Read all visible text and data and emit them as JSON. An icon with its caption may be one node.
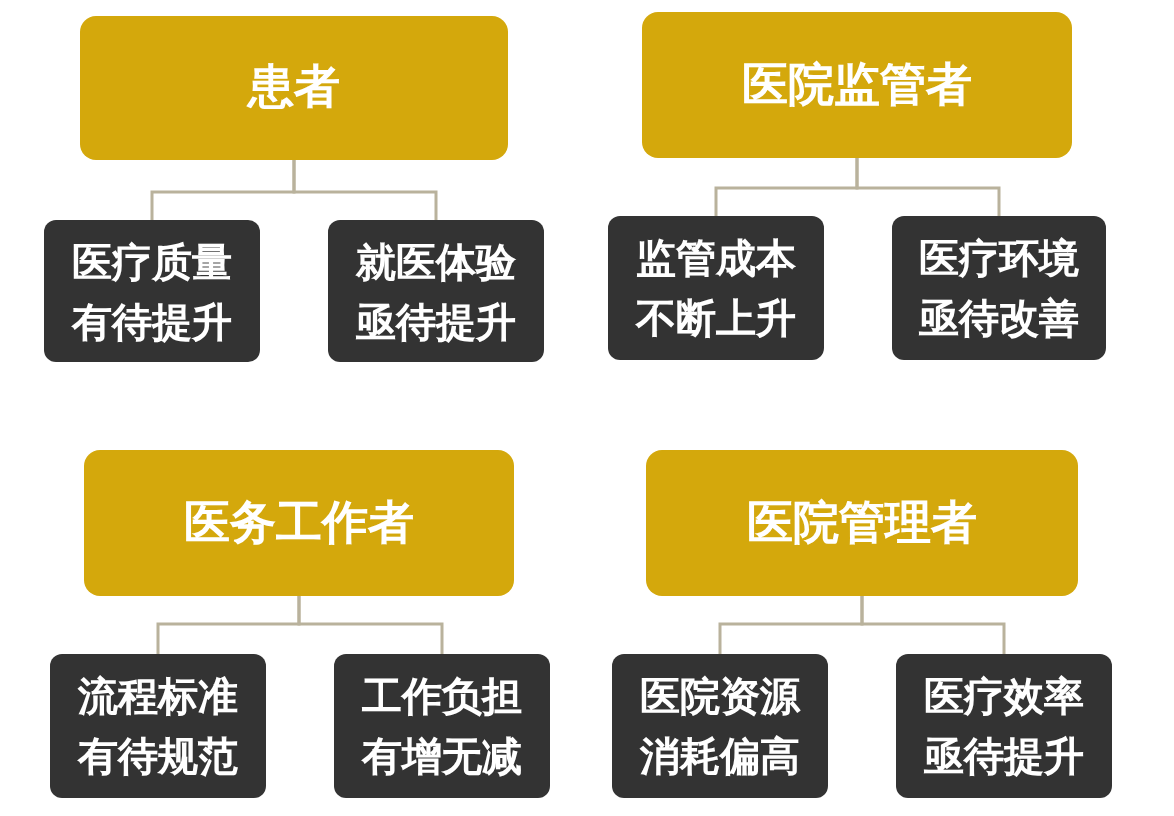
{
  "diagram": {
    "nodes": [
      {
        "text": [
          "患者"
        ]
      },
      {
        "text": [
          "医院监管者"
        ]
      },
      {
        "text": [
          "医疗质量有待提升"
        ]
      },
      {
        "text": [
          "就医体验亟待提升"
        ]
      },
      {
        "text": [
          "监管成本不断上升"
        ]
      },
      {
        "text": [
          "医疗环境亟待改善"
        ]
      },
      {
        "text": [
          "医务工作者"
        ]
      },
      {
        "text": [
          "医院管理者"
        ]
      },
      {
        "text": [
          "流程标准有待规范"
        ]
      },
      {
        "text": [
          "工作负担有增无减"
        ]
      },
      {
        "text": [
          "医院资源消耗偏高"
        ]
      },
      {
        "text": [
          "医疗效率亟待提升"
        ]
      }
    ],
    "edges": [
      {
        "from": 0,
        "to": 2,
        "arrow": "none"
      },
      {
        "from": 0,
        "to": 3,
        "arrow": "none"
      },
      {
        "from": 1,
        "to": 4,
        "arrow": "none"
      },
      {
        "from": 1,
        "to": 5,
        "arrow": "none"
      },
      {
        "from": 6,
        "to": 8,
        "arrow": "none"
      },
      {
        "from": 6,
        "to": 9,
        "arrow": "none"
      },
      {
        "from": 7,
        "to": 10,
        "arrow": "none"
      },
      {
        "from": 7,
        "to": 11,
        "arrow": "none"
      }
    ]
  }
}
